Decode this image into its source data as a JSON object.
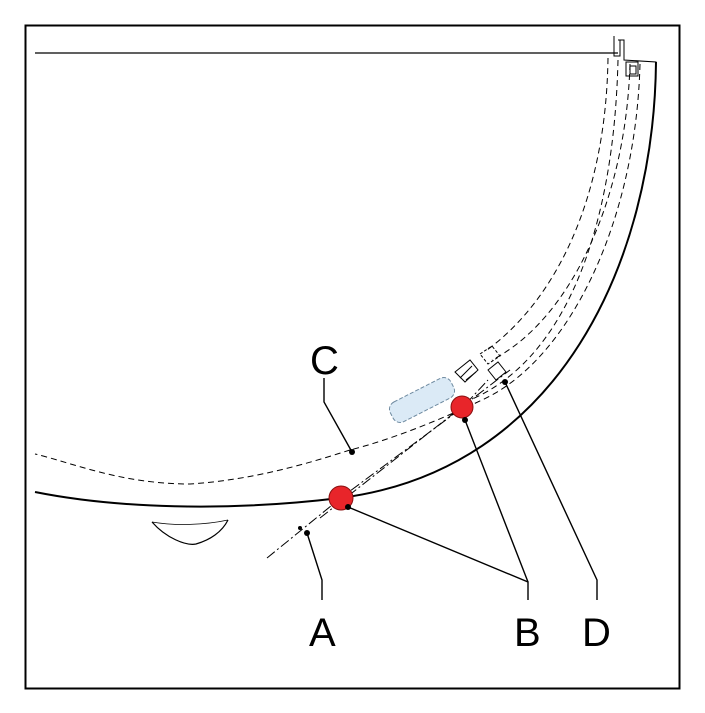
{
  "labels": {
    "a": "A",
    "b": "B",
    "c": "C",
    "d": "D"
  },
  "colors": {
    "line": "#000000",
    "marker_red": "#e8252a",
    "panel_fill": "#dbeaf6",
    "panel_stroke": "#6e8aa0",
    "frame": "#000000"
  }
}
